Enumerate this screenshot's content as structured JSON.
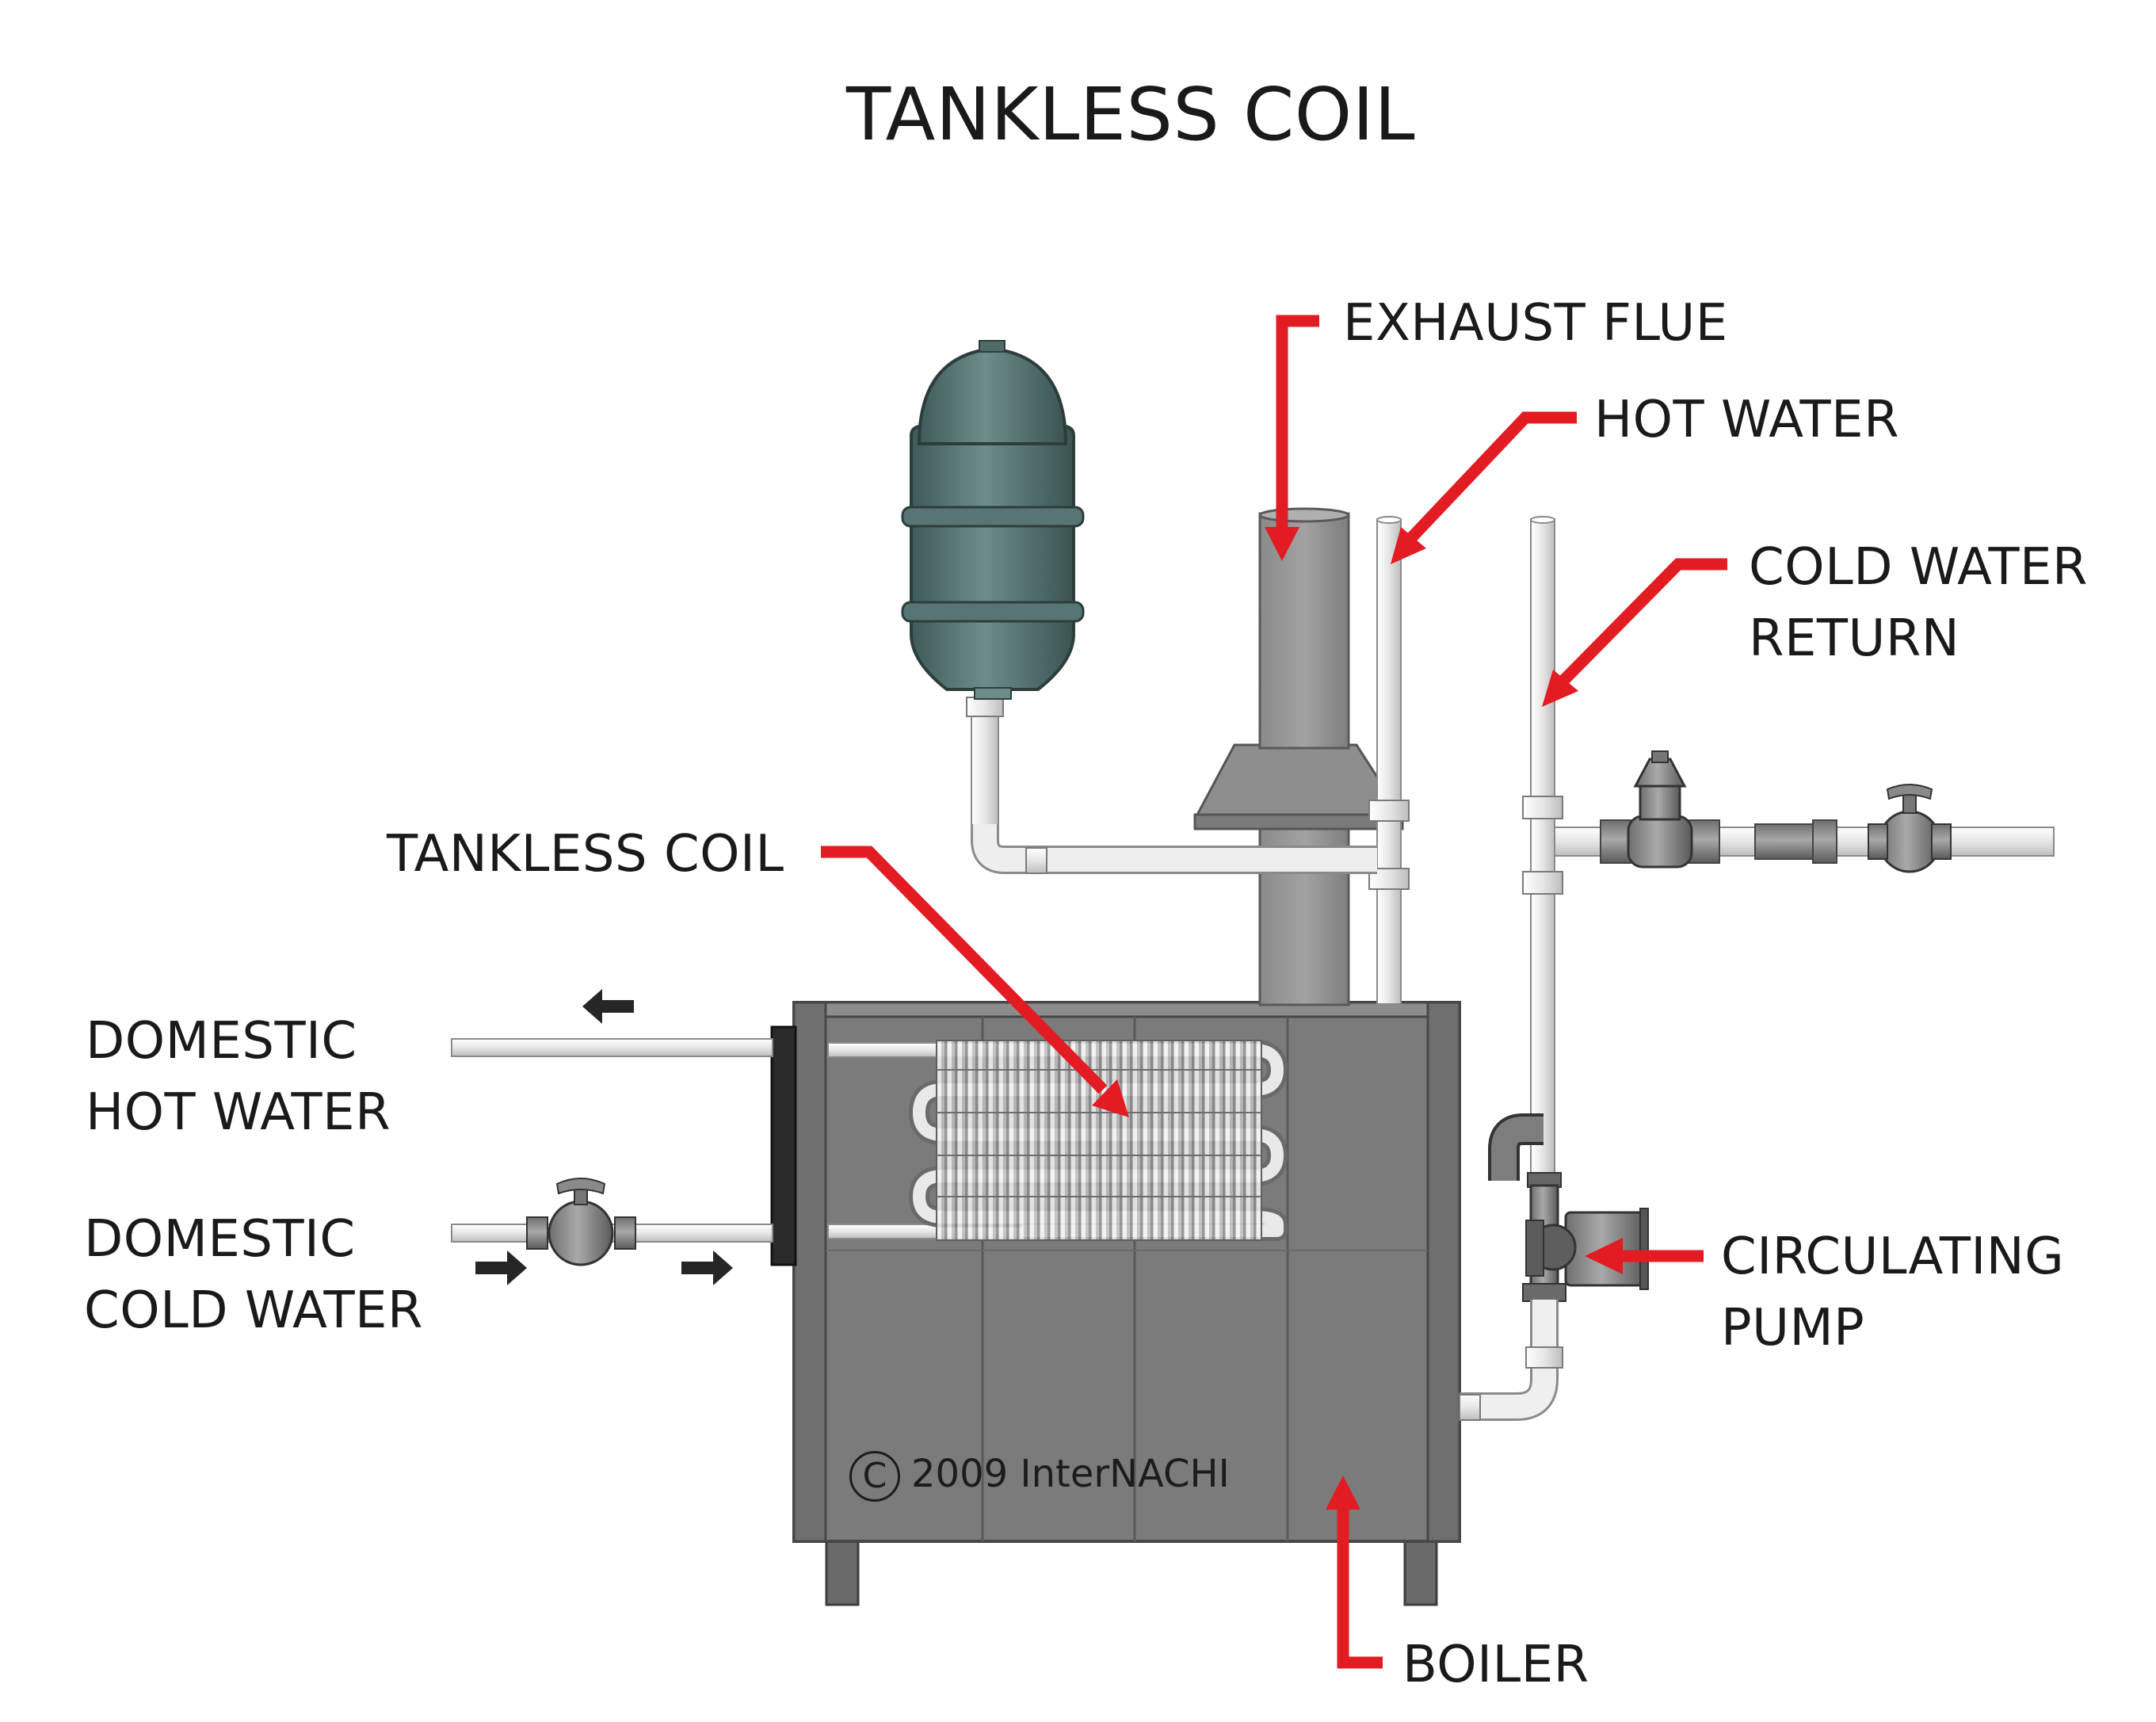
{
  "title": "TANKLESS COIL",
  "labels": {
    "exhaust_flue": "EXHAUST FLUE",
    "hot_water": "HOT WATER",
    "cold_water_return": [
      "COLD WATER",
      "RETURN"
    ],
    "tankless_coil": "TANKLESS COIL",
    "domestic_hot_water": [
      "DOMESTIC",
      "HOT WATER"
    ],
    "domestic_cold_water": [
      "DOMESTIC",
      "COLD WATER"
    ],
    "circulating_pump": [
      "CIRCULATING",
      "PUMP"
    ],
    "boiler": "BOILER"
  },
  "copyright": {
    "symbol": "C",
    "text": "2009  InterNACHI"
  },
  "colors": {
    "leader": "#e31b23",
    "boiler": "#7b7b7b",
    "boiler_edge": "#4a4a4a",
    "pipe": "#e8e8e8",
    "tank": "#5b7a78",
    "text": "#1a1a1a"
  },
  "icons": [
    "expansion-tank-icon",
    "pressure-reducing-valve-icon",
    "ball-valve-icon",
    "flow-arrow-icon"
  ]
}
